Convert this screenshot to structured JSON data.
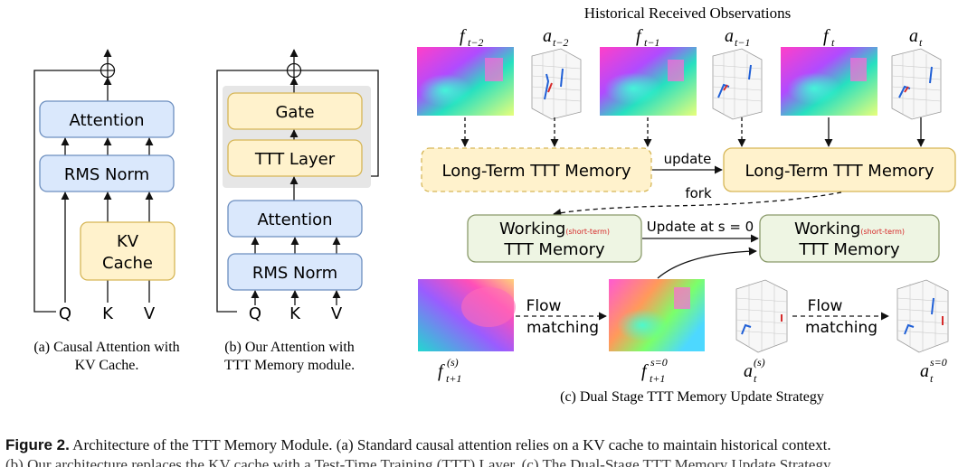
{
  "panel_a": {
    "attention_label": "Attention",
    "norm_label": "RMS Norm",
    "cache_label_1": "KV",
    "cache_label_2": "Cache",
    "inputs": [
      "Q",
      "K",
      "V"
    ],
    "caption_1": "(a) Causal Attention with",
    "caption_2": "KV Cache."
  },
  "panel_b": {
    "gate_label": "Gate",
    "ttt_label": "TTT Layer",
    "attention_label": "Attention",
    "norm_label": "RMS Norm",
    "inputs": [
      "Q",
      "K",
      "V"
    ],
    "caption_1": "(b) Our Attention with",
    "caption_2": "TTT Memory module."
  },
  "panel_c": {
    "title": "Historical Received Observations",
    "obs_labels": [
      "f",
      "a",
      "f",
      "a",
      "f",
      "a"
    ],
    "obs_subs": [
      "t−2",
      "t−2",
      "t−1",
      "t−1",
      "t",
      "t"
    ],
    "long_term_left": "Long-Term TTT Memory",
    "long_term_right": "Long-Term TTT Memory",
    "update_label": "update",
    "fork_label": "fork",
    "working_main": "Working",
    "working_sub": "(short-term)",
    "working_line2": "TTT Memory",
    "update_at_label": "Update at s = 0",
    "flow_1": "Flow",
    "flow_2": "matching",
    "bottom_labels": [
      {
        "base": "f",
        "sup": "(s)",
        "sub": "t+1"
      },
      {
        "base": "f",
        "sup": "s=0",
        "sub": "t+1"
      },
      {
        "base": "a",
        "sup": "(s)",
        "sub": "t"
      },
      {
        "base": "a",
        "sup": "s=0",
        "sub": "t"
      }
    ],
    "caption": "(c) Dual Stage TTT Memory Update Strategy"
  },
  "figure_caption": {
    "label": "Figure 2.",
    "line1": "Architecture of the TTT Memory Module. (a) Standard causal attention relies on a KV cache to maintain historical context.",
    "line2": "(b) Our architecture replaces the KV cache with a Test-Time Training (TTT) Layer. (c) The Dual-Stage TTT Memory Update Strategy"
  },
  "colors": {
    "blue_fill": "#dae8fc",
    "blue_stroke": "#6c8ebf",
    "yellow_fill": "#fff2cc",
    "yellow_stroke": "#d6b656",
    "green_fill": "#eef5e3",
    "green_stroke": "#8a9a6b",
    "gray_bg": "#e6e6e6"
  }
}
